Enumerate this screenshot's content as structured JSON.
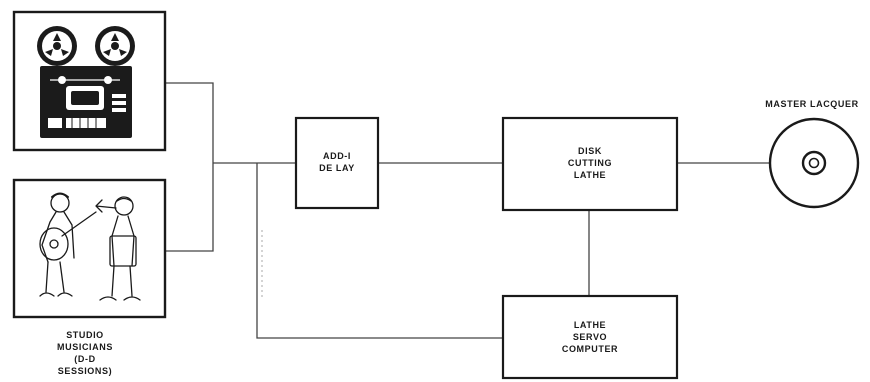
{
  "blocks": {
    "delay": {
      "lines": [
        "ADD-I",
        "DE LAY"
      ]
    },
    "lathe": {
      "lines": [
        "DISK",
        "CUTTING",
        "LATHE"
      ]
    },
    "servo": {
      "lines": [
        "LATHE",
        "SERVO",
        "COMPUTER"
      ]
    }
  },
  "sources": {
    "tape": {
      "icon": "reel-to-reel-tape-recorder-icon"
    },
    "musicians": {
      "icon": "musicians-illustration-icon",
      "caption": [
        "STUDIO",
        "MUSICIANS",
        "(D-D",
        "SESSIONS)"
      ]
    }
  },
  "output": {
    "label": "MASTER LACQUER",
    "icon": "lacquer-disc-icon"
  }
}
